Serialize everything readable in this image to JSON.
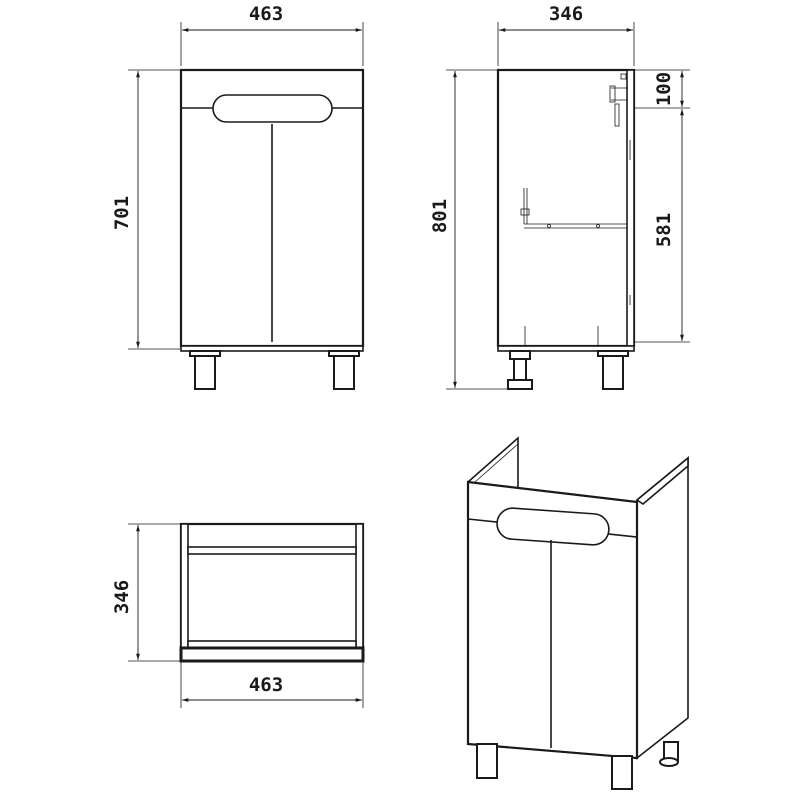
{
  "front_view": {
    "width_label": "463",
    "height_label": "701"
  },
  "side_view": {
    "depth_label": "346",
    "total_height_label": "801",
    "top_section_label": "100",
    "door_section_label": "581"
  },
  "top_view": {
    "depth_label": "346",
    "width_label": "463"
  },
  "colors": {
    "line": "#1a1a1a",
    "background": "#ffffff"
  }
}
